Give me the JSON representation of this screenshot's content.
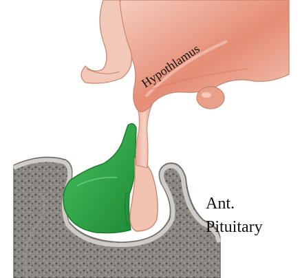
{
  "labels": {
    "hypothalamus": "Hypothlamus",
    "ant_pituitary_line1": "Ant.",
    "ant_pituitary_line2": "Pituitary"
  },
  "colors": {
    "background": "#ffffff",
    "bone_fill": "#8f8b85",
    "bone_dark": "#5e5a55",
    "bone_rim": "#c9c6c1",
    "anterior_pituitary": "#2fae4a",
    "anterior_pituitary_dark": "#1f8a36",
    "posterior_pituitary": "#f2c4b0",
    "stalk": "#f0b9a6",
    "hypothalamus": "#e89a84",
    "hypothalamus_dark": "#d9735c",
    "text": "#111111"
  }
}
